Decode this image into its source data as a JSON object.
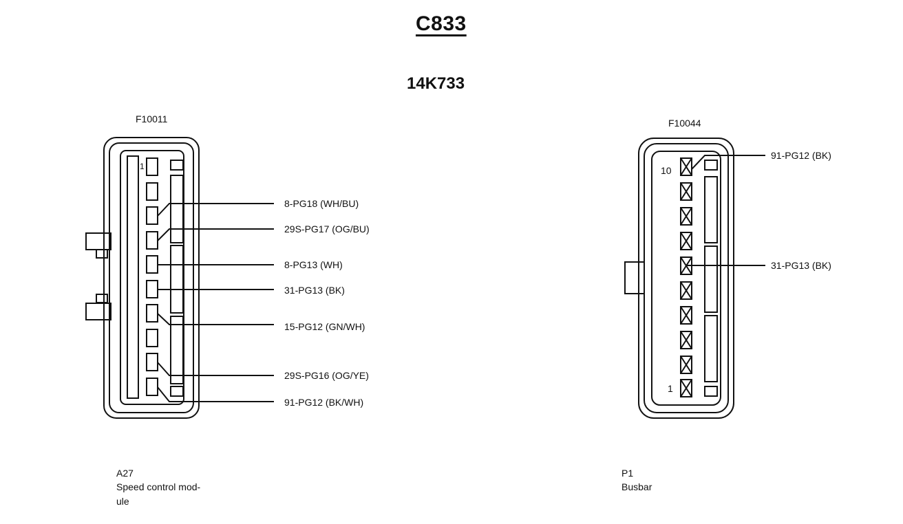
{
  "title": "C833",
  "part_number": "14K733",
  "left_connector": {
    "code": "F10011",
    "pin_first": "1",
    "component_id": "A27",
    "component_desc_line1": "Speed control mod-",
    "component_desc_line2": "ule",
    "wires": [
      {
        "label": "8-PG18 (WH/BU)"
      },
      {
        "label": "29S-PG17 (OG/BU)"
      },
      {
        "label": "8-PG13 (WH)"
      },
      {
        "label": "31-PG13 (BK)"
      },
      {
        "label": "15-PG12 (GN/WH)"
      },
      {
        "label": "29S-PG16 (OG/YE)"
      },
      {
        "label": "91-PG12 (BK/WH)"
      }
    ]
  },
  "right_connector": {
    "code": "F10044",
    "pin_top": "10",
    "pin_bottom": "1",
    "component_id": "P1",
    "component_desc": "Busbar",
    "wires": [
      {
        "label": "91-PG12 (BK)"
      },
      {
        "label": "31-PG13 (BK)"
      }
    ]
  }
}
